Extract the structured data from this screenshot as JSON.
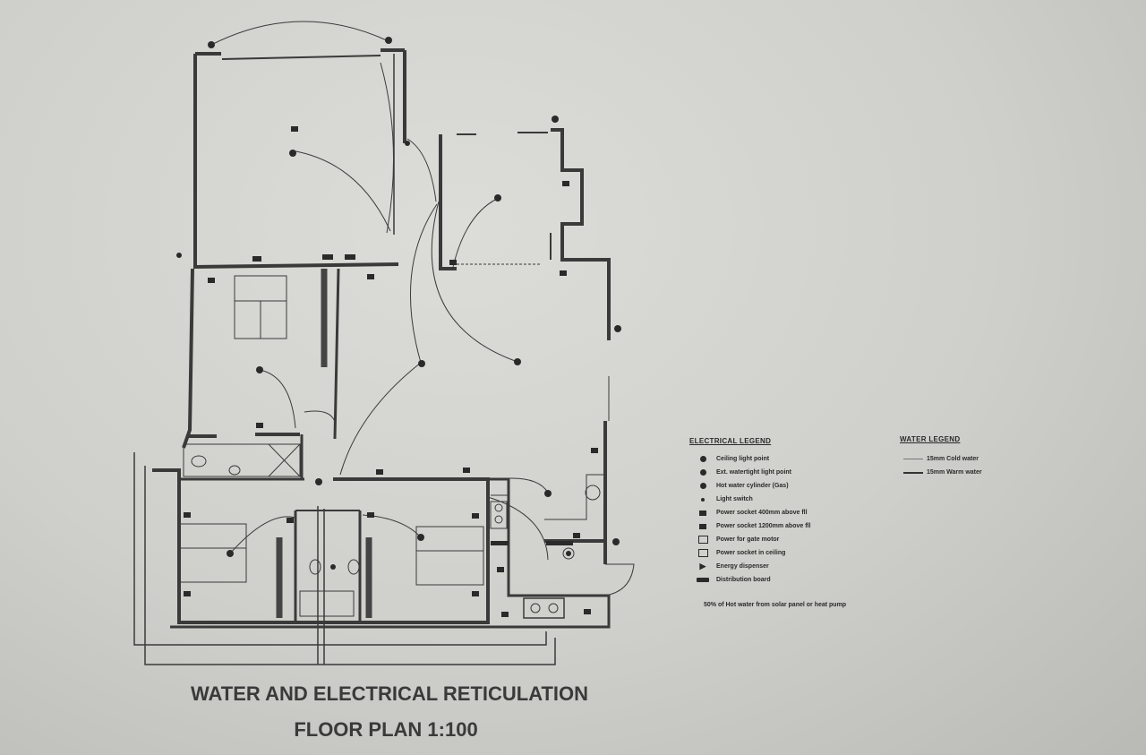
{
  "drawing": {
    "title_line1": "WATER AND ELECTRICAL RETICULATION",
    "title_line2": "FLOOR PLAN 1:100"
  },
  "electrical_legend": {
    "heading": "ELECTRICAL LEGEND",
    "items": [
      {
        "symbol": "ceiling-light-icon",
        "label": "Ceiling light point"
      },
      {
        "symbol": "waterproof-light-icon",
        "label": "Ext. watertight light point"
      },
      {
        "symbol": "hot-water-cylinder-icon",
        "label": "Hot water cylinder (Gas)"
      },
      {
        "symbol": "light-switch-icon",
        "label": "Light switch"
      },
      {
        "symbol": "power-socket-low-icon",
        "label": "Power socket 400mm above fll"
      },
      {
        "symbol": "power-socket-high-icon",
        "label": "Power socket 1200mm above fll"
      },
      {
        "symbol": "gate-motor-socket-icon",
        "label": "Power for gate motor"
      },
      {
        "symbol": "ceiling-socket-icon",
        "label": "Power socket in ceiling"
      },
      {
        "symbol": "energy-dispenser-icon",
        "label": "Energy dispenser"
      },
      {
        "symbol": "distribution-board-icon",
        "label": "Distribution board"
      }
    ],
    "note": "50% of Hot water from solar panel or heat pump"
  },
  "water_legend": {
    "heading": "WATER LEGEND",
    "items": [
      {
        "symbol": "cold-water-line",
        "label": "15mm Cold water"
      },
      {
        "symbol": "warm-water-line",
        "label": "15mm Warm water"
      }
    ]
  }
}
